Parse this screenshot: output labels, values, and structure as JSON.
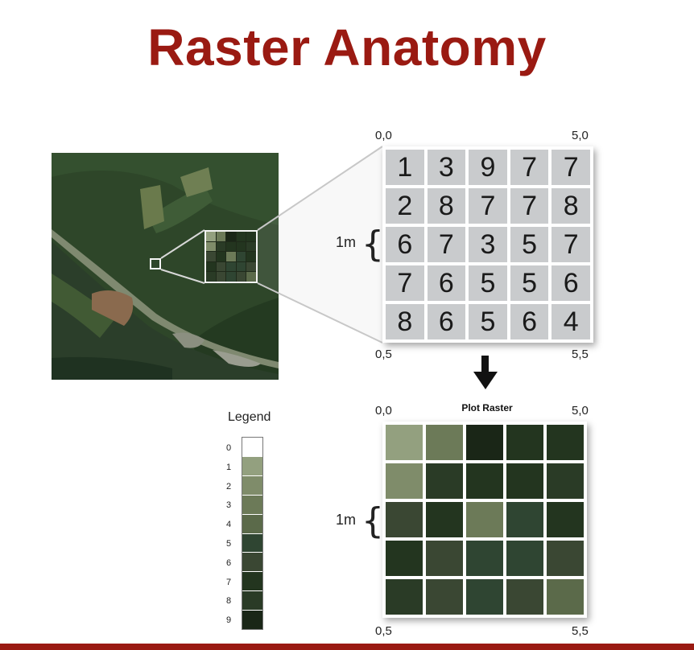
{
  "title": "Raster Anatomy",
  "value_grid": {
    "rows": [
      [
        1,
        3,
        9,
        7,
        7
      ],
      [
        2,
        8,
        7,
        7,
        8
      ],
      [
        6,
        7,
        3,
        5,
        7
      ],
      [
        7,
        6,
        5,
        5,
        6
      ],
      [
        8,
        6,
        5,
        6,
        4
      ]
    ],
    "corners": {
      "top_left": "0,0",
      "top_right": "5,0",
      "bottom_left": "0,5",
      "bottom_right": "5,5"
    },
    "cell_size_label": "1m"
  },
  "plot_raster": {
    "label": "Plot Raster",
    "corners": {
      "top_left": "0,0",
      "top_right": "5,0",
      "bottom_left": "0,5",
      "bottom_right": "5,5"
    },
    "cell_size_label": "1m"
  },
  "legend": {
    "title": "Legend",
    "entries": [
      {
        "value": "0",
        "color": "#ffffff"
      },
      {
        "value": "1",
        "color": "#93a07f"
      },
      {
        "value": "2",
        "color": "#7f8c6a"
      },
      {
        "value": "3",
        "color": "#6c7a58"
      },
      {
        "value": "4",
        "color": "#5b6a4a"
      },
      {
        "value": "5",
        "color": "#2f4532"
      },
      {
        "value": "6",
        "color": "#3a4733"
      },
      {
        "value": "7",
        "color": "#23351f"
      },
      {
        "value": "8",
        "color": "#2a3b26"
      },
      {
        "value": "9",
        "color": "#1a2617"
      }
    ]
  },
  "colors": {
    "title": "#9a1a12",
    "cell_gray": "#c9cbcd",
    "accent_bar": "#9a1a12"
  }
}
